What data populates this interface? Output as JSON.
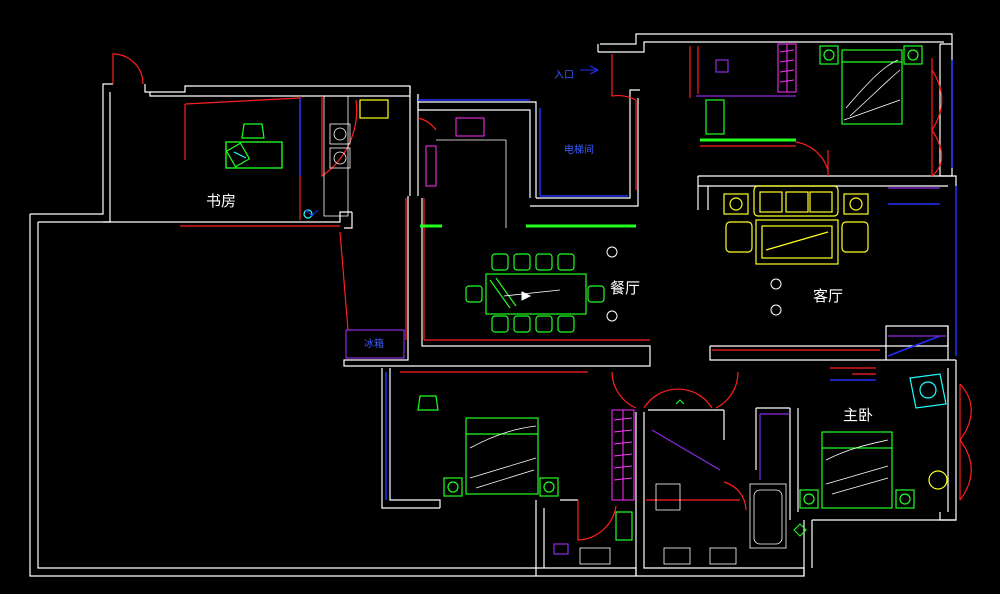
{
  "rooms": {
    "study": "书房",
    "dining": "餐厅",
    "living": "客厅",
    "master": "主卧"
  },
  "labels": {
    "entrance": "入口",
    "fridge": "冰箱",
    "elevator": "电梯间"
  },
  "colors": {
    "background": "#000000",
    "wall": "#ffffff",
    "door": "#ff2020",
    "furniture_green": "#20ff20",
    "furniture_yellow": "#ffff20",
    "window_blue": "#2030ff",
    "magenta": "#ff30ff",
    "cyan": "#20ffff",
    "purple": "#8a2be2"
  }
}
